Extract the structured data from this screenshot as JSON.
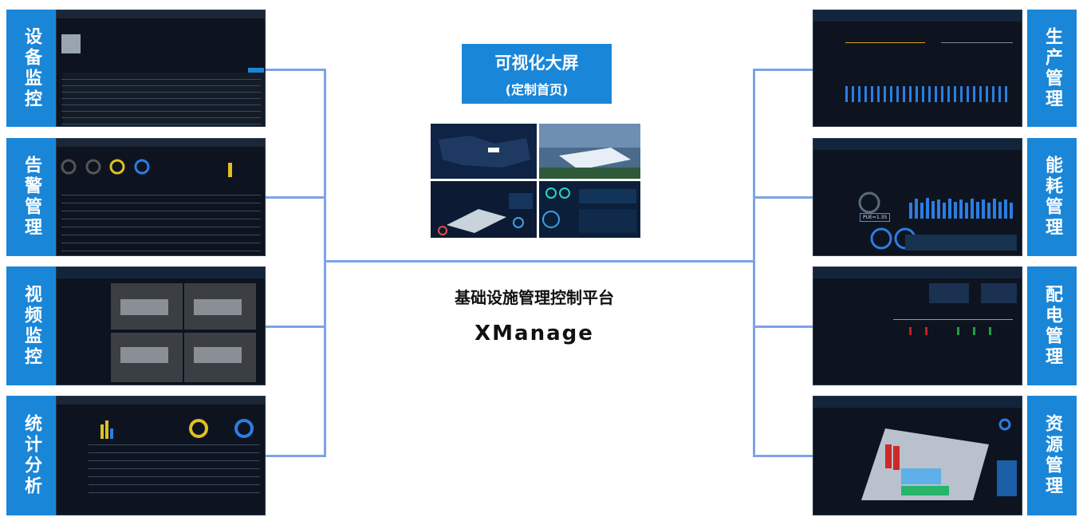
{
  "left_tags": [
    "设备监控",
    "告警管理",
    "视频监控",
    "统计分析"
  ],
  "right_tags": [
    "生产管理",
    "能耗管理",
    "配电管理",
    "资源管理"
  ],
  "center": {
    "title": "可视化大屏",
    "subtitle": "(定制首页)",
    "platform_name": "基础设施管理控制平台",
    "product_name": "XManage"
  },
  "screens": {
    "energy_pue": "PUE=1.35"
  },
  "colors": {
    "tag_blue": "#1a86d8",
    "connector": "#7ea3e6",
    "screen_bg": "#0d1420"
  }
}
